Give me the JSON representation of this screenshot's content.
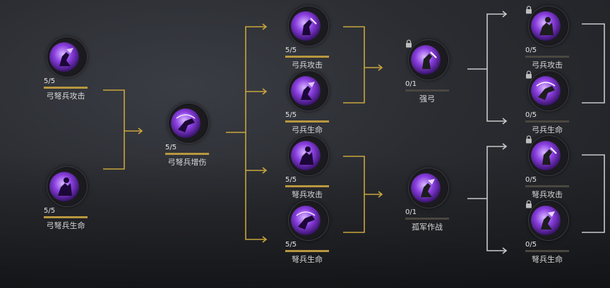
{
  "colors": {
    "line_active": "#c9a53d",
    "line_inactive": "#c9c9c9",
    "progress_fill": "#b8973e"
  },
  "nodes": [
    {
      "id": "n1",
      "label": "弓弩兵攻击",
      "count": "5/5",
      "progress": 1,
      "locked": false,
      "style": "purple",
      "icon": "archer-attack-icon"
    },
    {
      "id": "n2",
      "label": "弓弩兵生命",
      "count": "5/5",
      "progress": 1,
      "locked": false,
      "style": "purple",
      "icon": "archer-health-icon"
    },
    {
      "id": "n3",
      "label": "弓弩兵增伤",
      "count": "5/5",
      "progress": 1,
      "locked": false,
      "style": "purple",
      "icon": "archer-damage-icon"
    },
    {
      "id": "n4",
      "label": "弓兵攻击",
      "count": "5/5",
      "progress": 1,
      "locked": false,
      "style": "purple",
      "icon": "bowman-attack-icon"
    },
    {
      "id": "n5",
      "label": "弓兵生命",
      "count": "5/5",
      "progress": 1,
      "locked": false,
      "style": "purple",
      "icon": "bowman-health-icon"
    },
    {
      "id": "n6",
      "label": "弩兵攻击",
      "count": "5/5",
      "progress": 1,
      "locked": false,
      "style": "purple",
      "icon": "crossbow-attack-icon"
    },
    {
      "id": "n7",
      "label": "弩兵生命",
      "count": "5/5",
      "progress": 1,
      "locked": false,
      "style": "purple",
      "icon": "crossbow-health-icon"
    },
    {
      "id": "n8",
      "label": "强弓",
      "count": "0/1",
      "progress": 0,
      "locked": true,
      "style": "gray",
      "icon": "strong-bow-icon"
    },
    {
      "id": "n9",
      "label": "孤军作战",
      "count": "0/1",
      "progress": 0,
      "locked": false,
      "style": "gray",
      "icon": "lone-army-icon"
    },
    {
      "id": "n10",
      "label": "弓兵攻击",
      "count": "0/5",
      "progress": 0,
      "locked": true,
      "style": "gray",
      "icon": "bowman-attack-icon"
    },
    {
      "id": "n11",
      "label": "弓兵生命",
      "count": "0/5",
      "progress": 0,
      "locked": true,
      "style": "gray",
      "icon": "bowman-health-icon"
    },
    {
      "id": "n12",
      "label": "弩兵攻击",
      "count": "0/5",
      "progress": 0,
      "locked": true,
      "style": "gray",
      "icon": "crossbow-attack-icon"
    },
    {
      "id": "n13",
      "label": "弩兵生命",
      "count": "0/5",
      "progress": 0,
      "locked": true,
      "style": "gray",
      "icon": "crossbow-health-icon"
    }
  ]
}
